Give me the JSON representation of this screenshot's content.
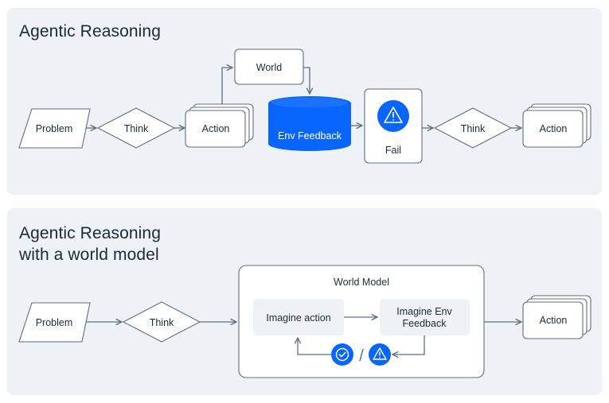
{
  "section1": {
    "title": "Agentic Reasoning",
    "nodes": {
      "problem": "Problem",
      "think1": "Think",
      "action1": "Action",
      "world": "World",
      "env_feedback": "Env Feedback",
      "fail": "Fail",
      "think2": "Think",
      "action2": "Action"
    }
  },
  "section2": {
    "title_line1": "Agentic Reasoning",
    "title_line2": "with a world model",
    "nodes": {
      "problem": "Problem",
      "think": "Think",
      "world_model": "World Model",
      "imagine_action": "Imagine action",
      "imagine_env_line1": "Imagine Env",
      "imagine_env_line2": "Feedback",
      "separator": "/",
      "action": "Action"
    }
  },
  "colors": {
    "panel_bg": "#eef1f5",
    "accent_blue": "#0866ff",
    "stroke": "#5f6f7e",
    "inner_box": "#eef1f5"
  },
  "icons": [
    "warning-icon",
    "check-icon"
  ]
}
